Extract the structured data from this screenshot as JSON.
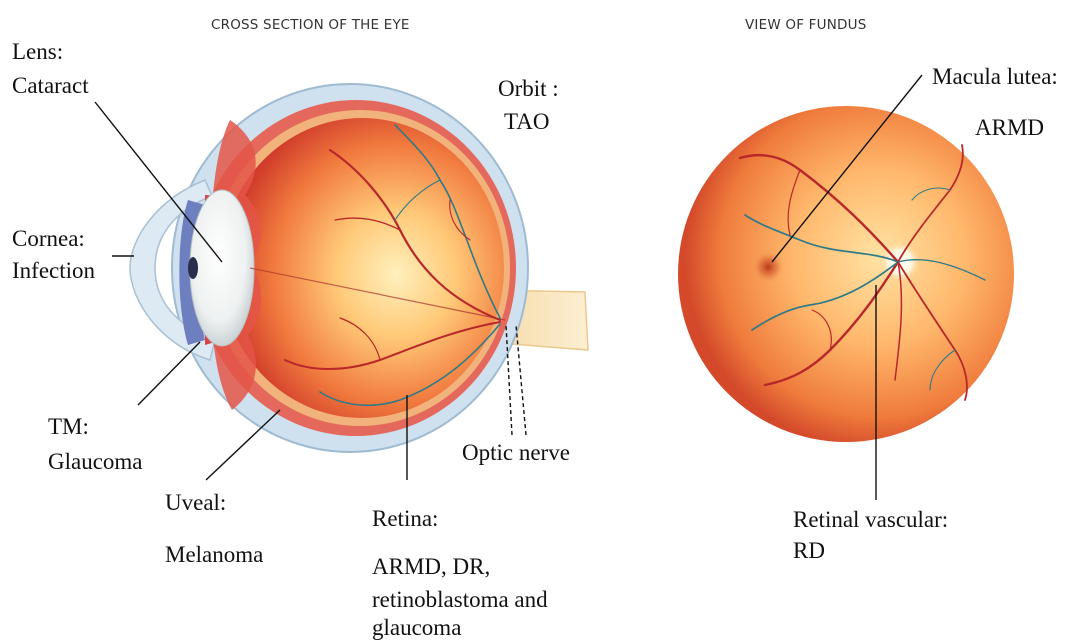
{
  "headings": {
    "cross_section": "CROSS SECTION OF THE EYE",
    "fundus": "VIEW OF FUNDUS"
  },
  "labels": {
    "lens": {
      "part": "Lens:",
      "disease": "Cataract"
    },
    "orbit": {
      "part": "Orbit :",
      "disease": "TAO"
    },
    "cornea": {
      "part": "Cornea:",
      "disease": "Infection"
    },
    "tm": {
      "part": "TM:",
      "disease": "Glaucoma"
    },
    "optic_nerve": {
      "part": "Optic nerve"
    },
    "uveal": {
      "part": "Uveal:",
      "disease": "Melanoma"
    },
    "retina": {
      "part": "Retina:",
      "disease_line1": "ARMD, DR,",
      "disease_line2": "retinoblastoma and",
      "disease_line3": "glaucoma"
    },
    "macula": {
      "part": "Macula lutea:",
      "disease": "ARMD"
    },
    "retinal_vascular": {
      "part": "Retinal vascular:",
      "disease": "RD"
    }
  },
  "colors": {
    "sclera": "#cfe0ee",
    "choroid": "#e0645a",
    "retina_glow": "#ffe6a8",
    "vessel_red": "#b8282a",
    "vessel_teal": "#2f7a86",
    "fundus_edge": "#d9502c",
    "optic_disc": "#ffffff",
    "leader_line": "#111111"
  }
}
